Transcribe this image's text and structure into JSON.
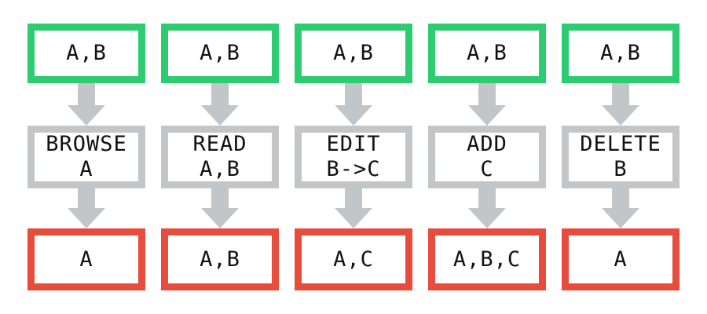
{
  "colors": {
    "input_border": "#2ecc71",
    "operation_border": "#c2c6c9",
    "output_border": "#e74c3c",
    "arrow": "#c2c6c9"
  },
  "columns": [
    {
      "input": "A,B",
      "operation": {
        "line1": "BROWSE",
        "line2": "A"
      },
      "output": "A"
    },
    {
      "input": "A,B",
      "operation": {
        "line1": "READ",
        "line2": "A,B"
      },
      "output": "A,B"
    },
    {
      "input": "A,B",
      "operation": {
        "line1": "EDIT",
        "line2": "B->C"
      },
      "output": "A,C"
    },
    {
      "input": "A,B",
      "operation": {
        "line1": "ADD",
        "line2": "C"
      },
      "output": "A,B,C"
    },
    {
      "input": "A,B",
      "operation": {
        "line1": "DELETE",
        "line2": "B"
      },
      "output": "A"
    }
  ]
}
